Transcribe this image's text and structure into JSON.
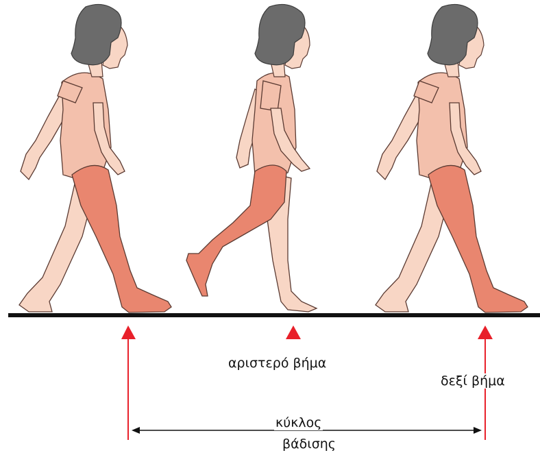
{
  "colors": {
    "skin": "#f8d6c5",
    "skin_outline": "#5a3a32",
    "torso": "#f3c0ac",
    "hair": "#6b6b6b",
    "highlight_leg": "#e9866f",
    "ground": "#111111",
    "marker": "#e8202a"
  },
  "labels": {
    "left_step": "αριστερό βήμα",
    "right_step": "δεξί βήμα",
    "cycle_line1": "κύκλος",
    "cycle_line2": "βάδισης"
  },
  "figures": [
    {
      "name": "figure-1-right-heel-strike"
    },
    {
      "name": "figure-2-left-heel-strike"
    },
    {
      "name": "figure-3-right-heel-strike"
    }
  ],
  "markers": [
    {
      "name": "marker-right-heel-1"
    },
    {
      "name": "marker-left-heel"
    },
    {
      "name": "marker-right-heel-2"
    }
  ]
}
